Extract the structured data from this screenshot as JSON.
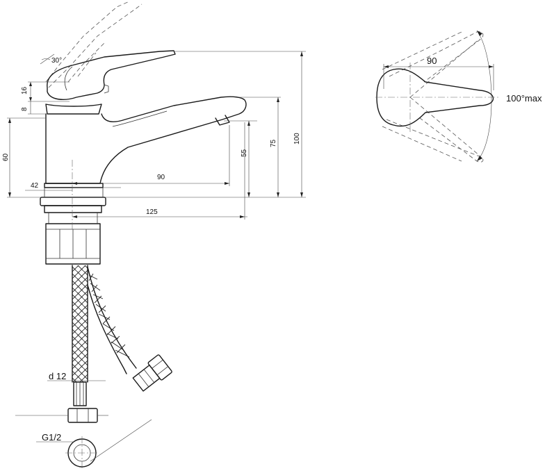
{
  "side_view": {
    "handle_angle": "30°",
    "dim_handle_height": "16",
    "dim_cap_height": "8",
    "dim_body_height": "60",
    "dim_body_offset": "42",
    "dim_spout_reach": "90",
    "dim_outlet_height": "55",
    "dim_handle_top": "75",
    "dim_total_height": "100",
    "dim_total_reach": "125",
    "dim_hose_diameter": "d 12",
    "thread_size": "G1/2"
  },
  "top_view": {
    "dim_handle_length": "90",
    "rotation_label": "100°max"
  }
}
